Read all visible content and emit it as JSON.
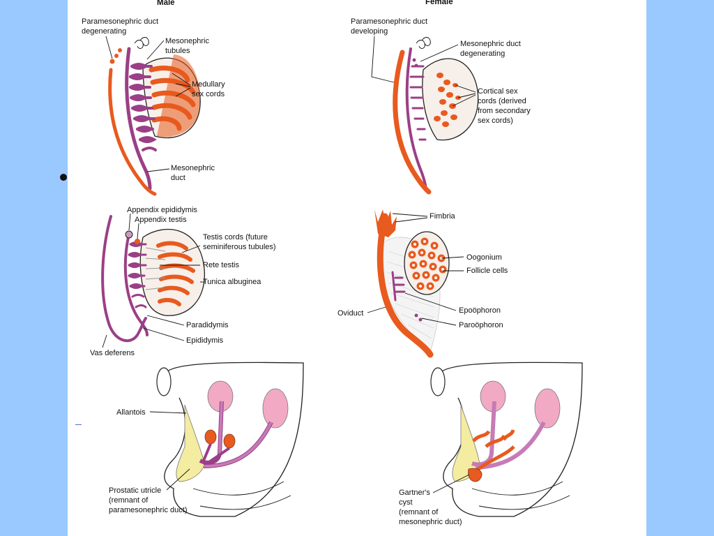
{
  "colors": {
    "background": "#99c9ff",
    "slide": "#ffffff",
    "paramesonephric": "#e85a1e",
    "mesonephric": "#9b3f86",
    "gonad": "#f7efe9",
    "bladder_yellow": "#f4eca0",
    "pink": "#f2a9c4"
  },
  "headings": {
    "male": "Male",
    "female": "Female"
  },
  "panels": {
    "male_indifferent": {
      "paramesonephric_label": [
        "Paramesonephric duct",
        "degenerating"
      ],
      "tubules_label": [
        "Mesonephric",
        "tubules"
      ],
      "medullary_label": [
        "Medullary",
        "sex cords"
      ],
      "duct_label": [
        "Mesonephric",
        "duct"
      ]
    },
    "female_indifferent": {
      "paramesonephric_label": [
        "Paramesonephric duct",
        "developing"
      ],
      "mesonephric_label": [
        "Mesonephric duct",
        "degenerating"
      ],
      "cortical_label": [
        "Cortical sex",
        "cords (derived",
        "from secondary",
        "sex cords)"
      ]
    },
    "male_testis": {
      "appendix_epididymis": "Appendix epididymis",
      "appendix_testis": "Appendix testis",
      "testis_cords": [
        "Testis cords (future",
        "seminiferous tubules)"
      ],
      "rete_testis": "Rete testis",
      "tunica": "Tunica albuginea",
      "paradidymis": "Paradidymis",
      "epididymis": "Epididymis",
      "vas_deferens": "Vas deferens"
    },
    "female_ovary": {
      "fimbria": "Fimbria",
      "oogonium": "Oogonium",
      "follicle_cells": "Follicle cells",
      "oviduct": "Oviduct",
      "epoophoron": "Epoöphoron",
      "paroophoron": "Paroöphoron"
    },
    "male_pelvis": {
      "allantois": "Allantois",
      "prostatic_utricle": [
        "Prostatic utricle",
        "(remnant of",
        "paramesonephric duct)"
      ]
    },
    "female_pelvis": {
      "gartners_cyst": [
        "Gartner's",
        "cyst",
        "(remnant of",
        "mesonephric duct)"
      ]
    }
  }
}
